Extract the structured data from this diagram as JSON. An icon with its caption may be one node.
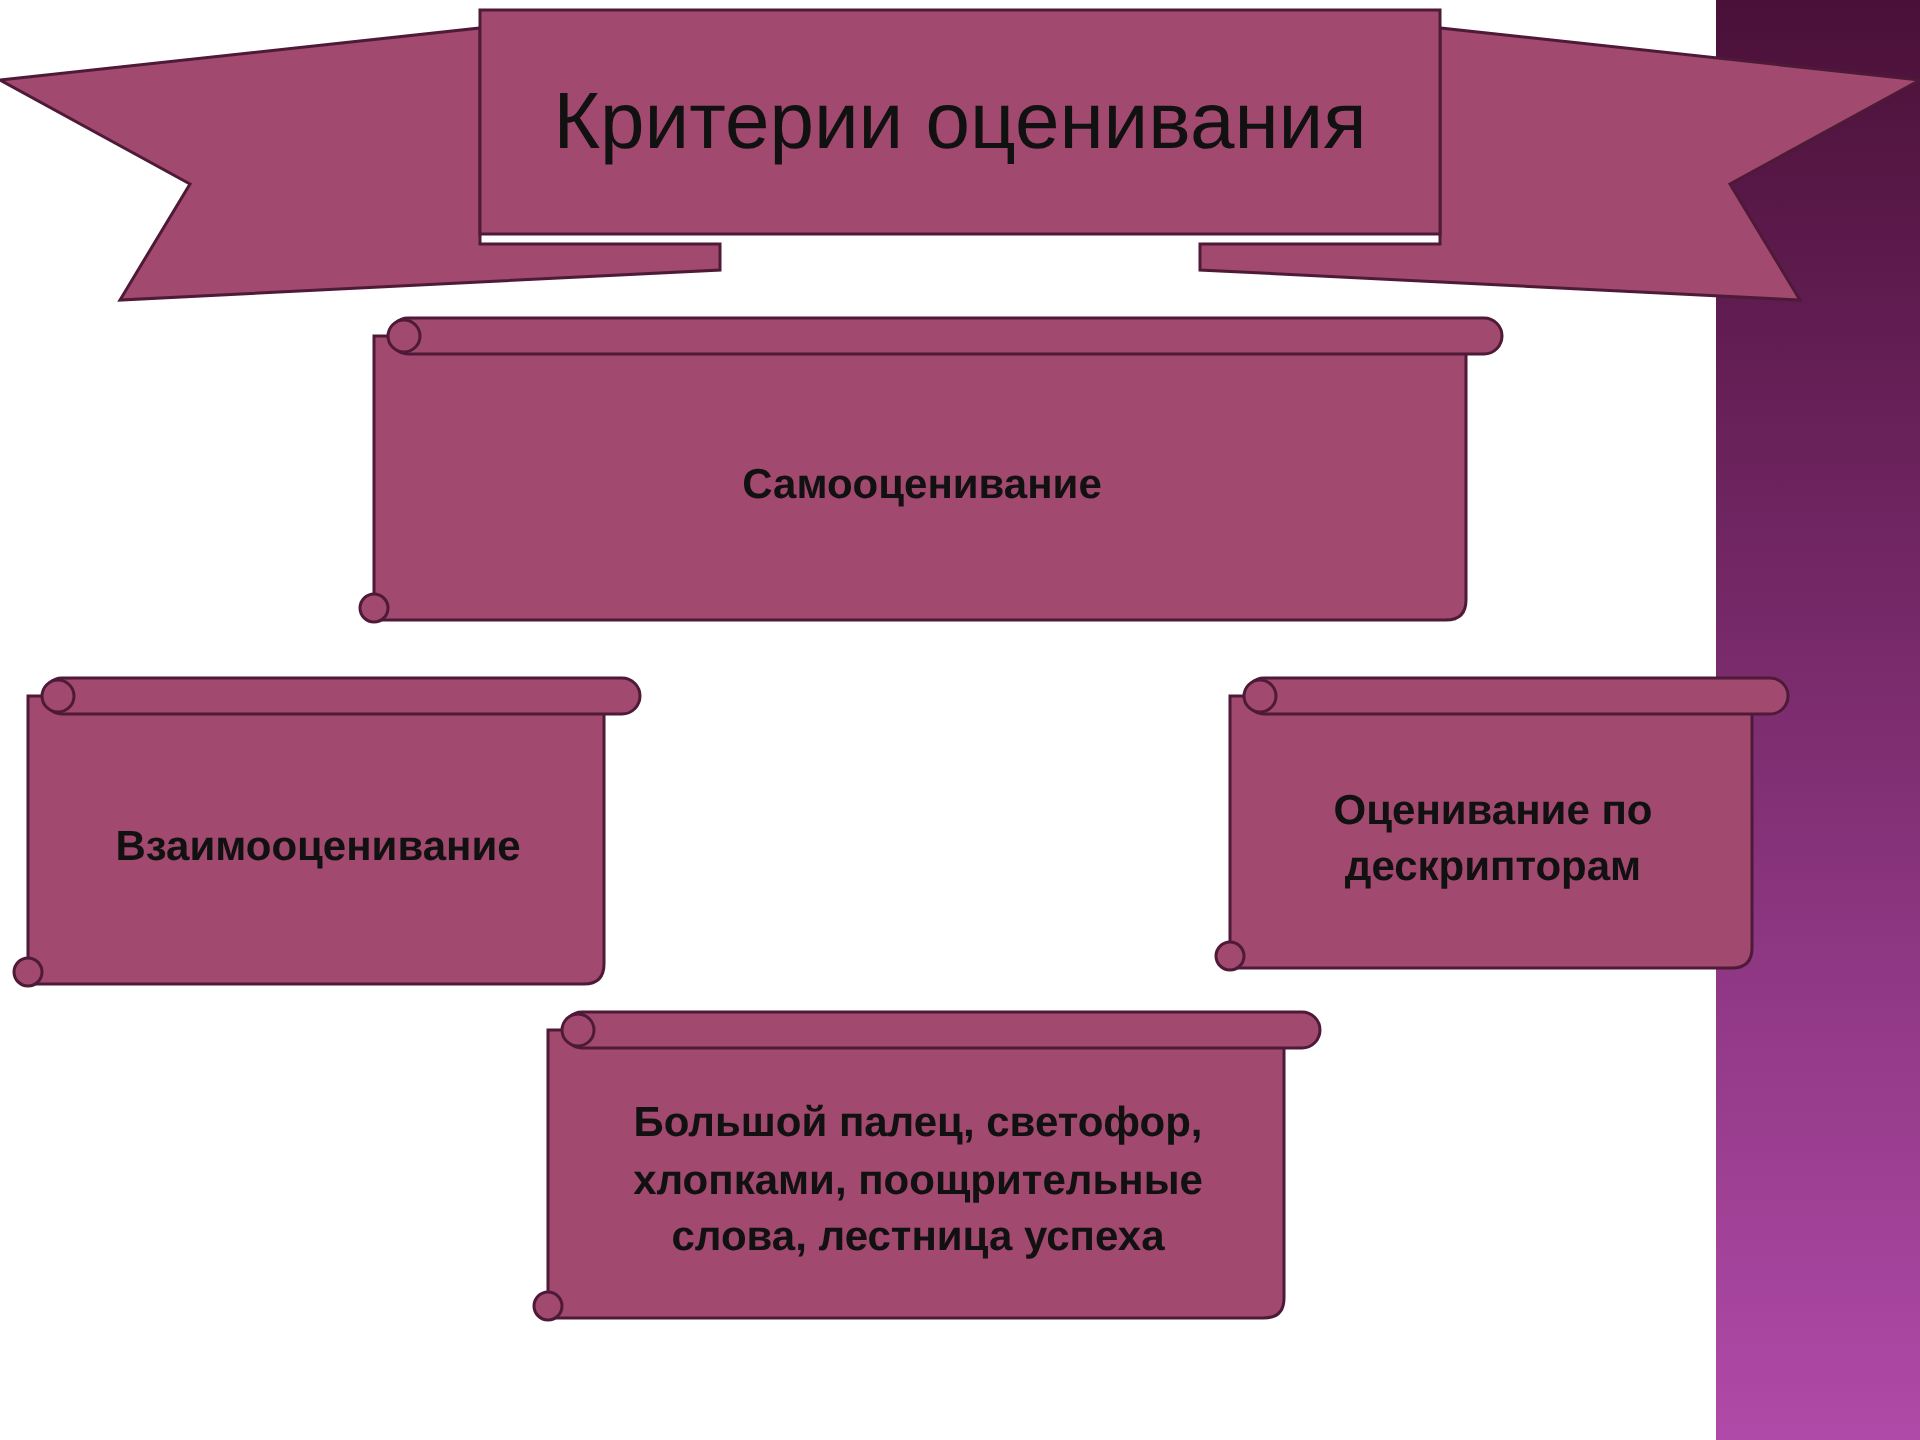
{
  "diagram": {
    "nodes": [
      {
        "text": [
          "Критерии оценивания"
        ]
      },
      {
        "text": [
          "Самооценивание"
        ]
      },
      {
        "text": [
          "Взаимооценивание"
        ]
      },
      {
        "text": [
          "Оценивание по дескрипторам"
        ]
      },
      {
        "text": [
          "Большой палец, светофор, хлопками, поощрительные слова, лестница успеха"
        ]
      }
    ]
  }
}
